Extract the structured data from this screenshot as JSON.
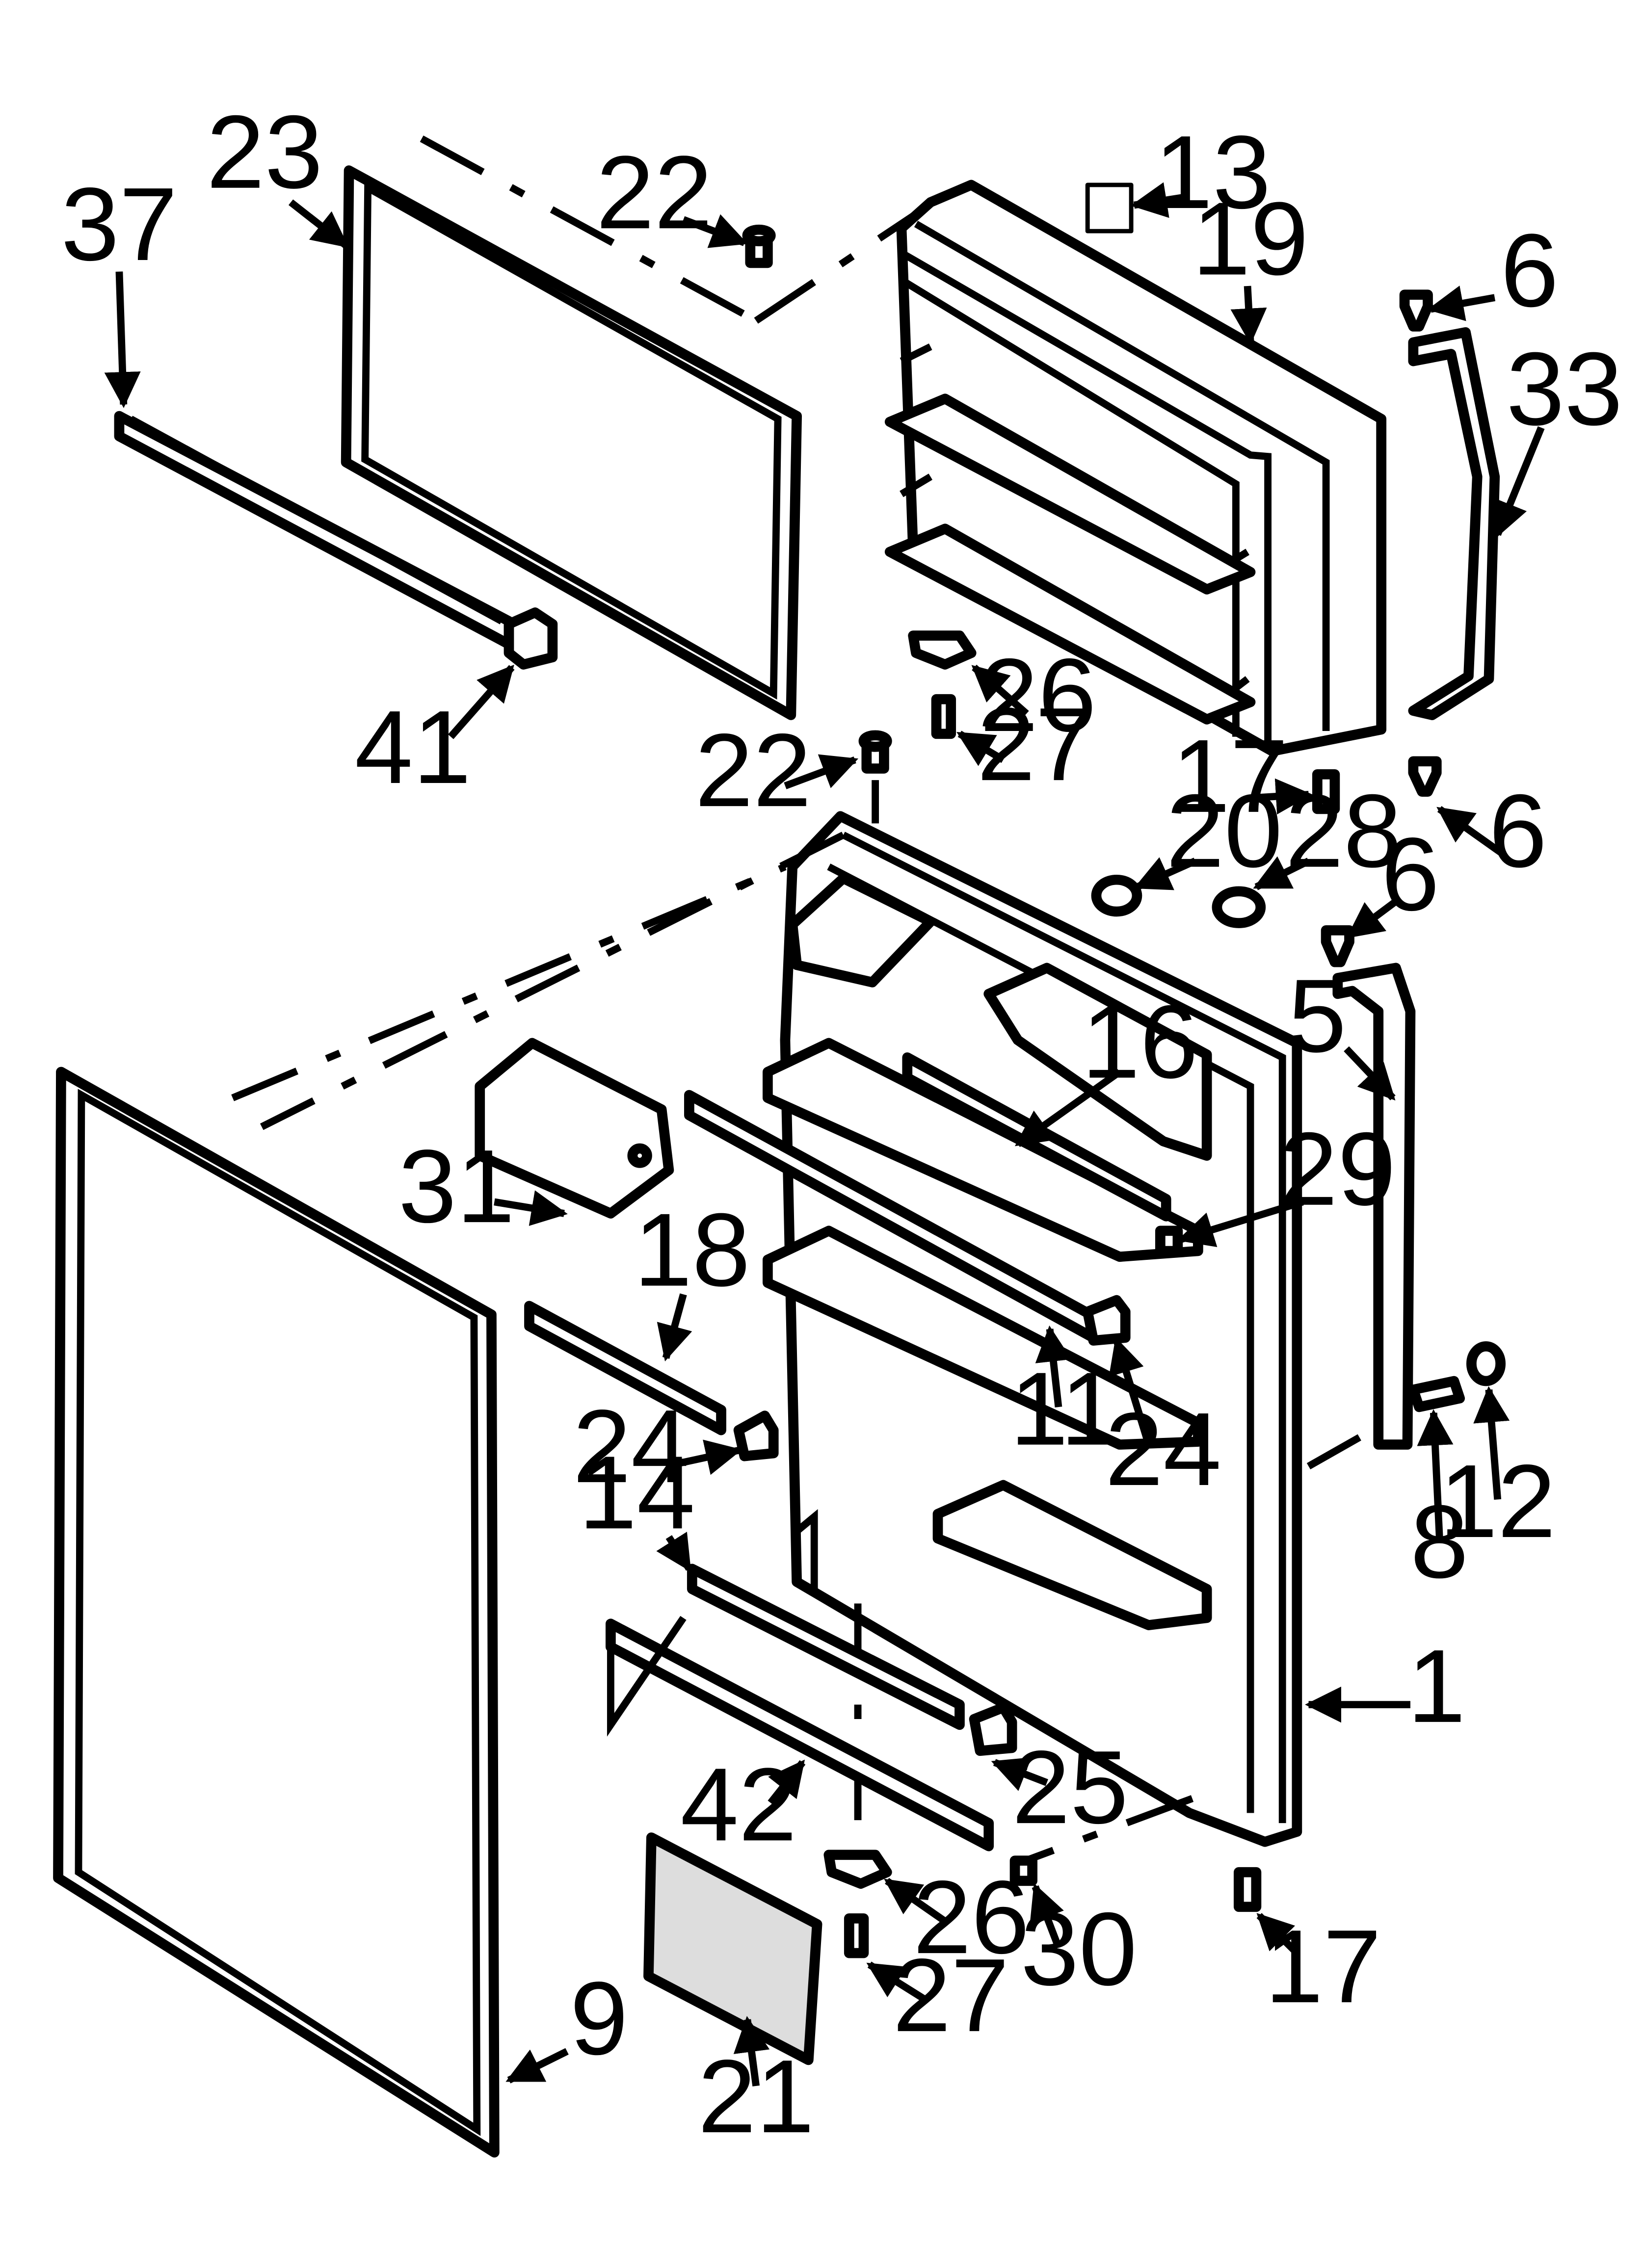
{
  "labels": {
    "l23": "23",
    "l37": "37",
    "l41": "41",
    "l22a": "22",
    "l13": "13",
    "l19": "19",
    "l6a": "6",
    "l33": "33",
    "l26a": "26",
    "l27a": "27",
    "l22b": "22",
    "l17a": "17",
    "l6b": "6",
    "l20": "20",
    "l28": "28",
    "l6c": "6",
    "l5": "5",
    "l16": "16",
    "l31": "31",
    "l29": "29",
    "l18": "18",
    "l11": "11",
    "l24a": "24",
    "l24b": "24",
    "l8": "8",
    "l12": "12",
    "l14": "14",
    "l1": "1",
    "l25": "25",
    "l42": "42",
    "l26b": "26",
    "l30": "30",
    "l17b": "17",
    "l27b": "27",
    "l9": "9",
    "l21": "21"
  }
}
